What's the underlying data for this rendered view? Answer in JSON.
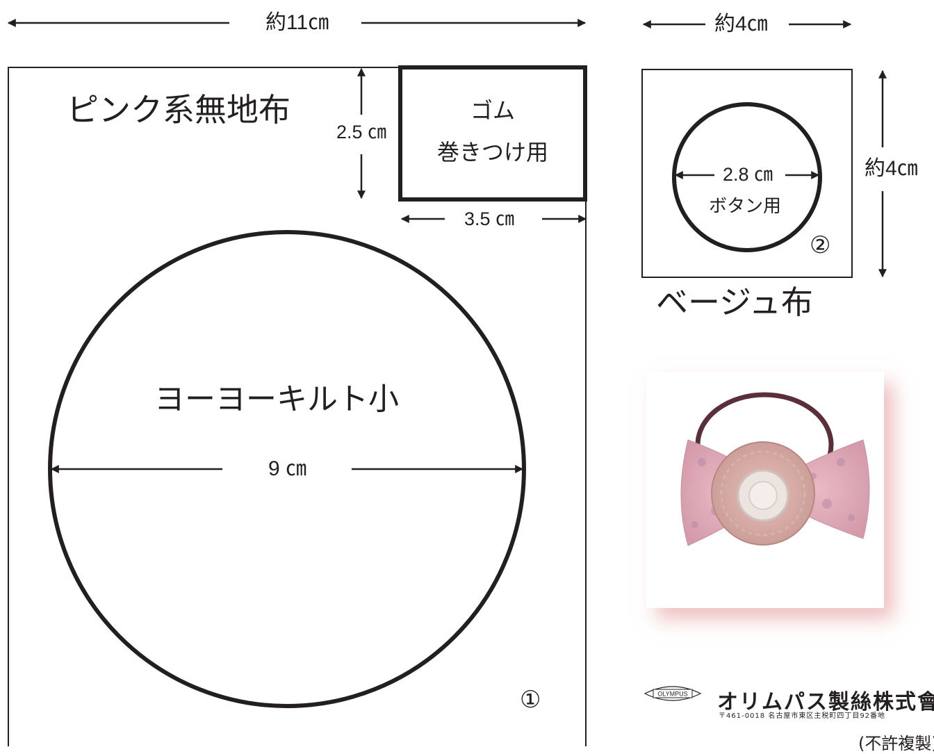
{
  "dimensions": {
    "width_total": "約11㎝",
    "width_small": "約4㎝",
    "height_small": "約4㎝",
    "rect_height": "2.5 ㎝",
    "rect_width": "3.5 ㎝",
    "circle_large": "9 ㎝",
    "circle_small": "2.8 ㎝"
  },
  "part1": {
    "fabric": "ピンク系無地布",
    "rect_label_line1": "ゴム",
    "rect_label_line2": "巻きつけ用",
    "circle_label": "ヨーヨーキルト小",
    "number": "①"
  },
  "part2": {
    "fabric": "ベージュ布",
    "circle_label": "ボタン用",
    "number": "②"
  },
  "footer": {
    "logo_text": "OLYMPUS",
    "company": "オリムパス製絲株式會社",
    "address": "〒461-0018 名古屋市東区主税町四丁目92番地",
    "copyright": "(不許複製)"
  },
  "colors": {
    "line": "#231f20",
    "photo_shadow": "#e38c8c",
    "band": "#5a2f3a"
  }
}
